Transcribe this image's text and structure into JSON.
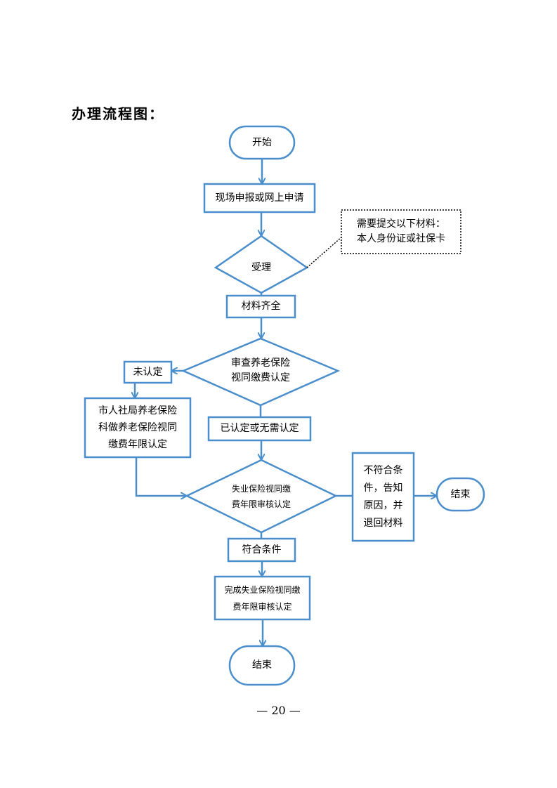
{
  "title": "办理流程图：",
  "colors": {
    "box_stroke": "#4a8ecb",
    "arrow": "#4a8ecb",
    "note_stroke": "#000000"
  },
  "nodes": {
    "start": "开始",
    "apply": "现场申报或网上申请",
    "accept": "受理",
    "note_line1": "需要提交以下材料：",
    "note_line2": "本人身份证或社保卡",
    "materials_complete": "材料齐全",
    "review_line1": "审查养老保险",
    "review_line2": "视同缴费认定",
    "not_certified": "未认定",
    "city_line1": "市人社局养老保险",
    "city_line2": "科做养老保险视同",
    "city_line3": "缴费年限认定",
    "certified": "已认定或无需认定",
    "unemp_line1": "失业保险视同缴",
    "unemp_line2": "费年限审核认定",
    "reject_line1": "不符合条",
    "reject_line2": "件，告知",
    "reject_line3": "原因，并",
    "reject_line4": "退回材料",
    "end_right": "结束",
    "qualified": "符合条件",
    "complete_line1": "完成失业保险视同缴",
    "complete_line2": "费年限审核认定",
    "end_bottom": "结束"
  },
  "page_number": "— 20 —"
}
